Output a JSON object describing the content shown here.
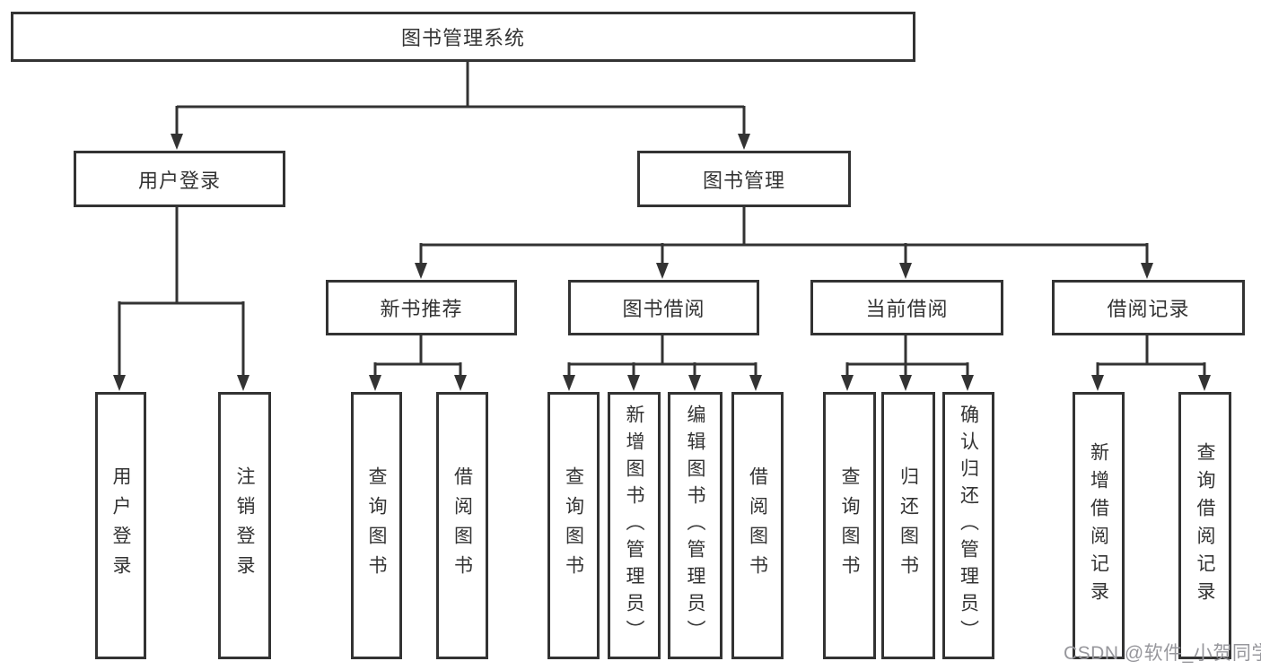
{
  "root": {
    "label": "图书管理系统"
  },
  "branches": {
    "user": {
      "label": "用户登录",
      "leaves": [
        {
          "label": "用户登录"
        },
        {
          "label": "注销登录"
        }
      ]
    },
    "books": {
      "label": "图书管理",
      "sections": [
        {
          "label": "新书推荐",
          "leaves": [
            {
              "label": "查询图书"
            },
            {
              "label": "借阅图书"
            }
          ]
        },
        {
          "label": "图书借阅",
          "leaves": [
            {
              "label": "查询图书"
            },
            {
              "label": "新增图书（管理员）"
            },
            {
              "label": "编辑图书（管理员）"
            },
            {
              "label": "借阅图书"
            }
          ]
        },
        {
          "label": "当前借阅",
          "leaves": [
            {
              "label": "查询图书"
            },
            {
              "label": "归还图书"
            },
            {
              "label": "确认归还（管理员）"
            }
          ]
        },
        {
          "label": "借阅记录",
          "leaves": [
            {
              "label": "新增借阅记录"
            },
            {
              "label": "查询借阅记录"
            }
          ]
        }
      ]
    }
  },
  "watermark": "CSDN @软件_小贺同学",
  "colors": {
    "line": "#333333",
    "text": "#333333",
    "watermark": "#97979c",
    "background": "#ffffff"
  }
}
